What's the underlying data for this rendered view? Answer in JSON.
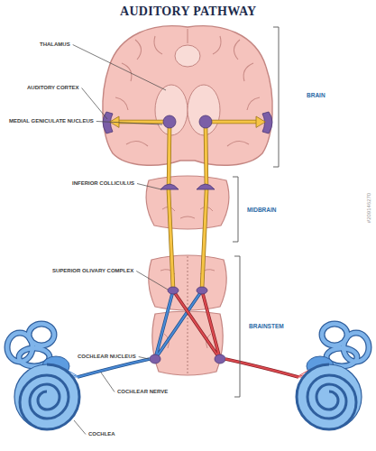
{
  "diagram": {
    "title": "AUDITORY PATHWAY",
    "labels": [
      "THALAMUS",
      "AUDITORY CORTEX",
      "MEDIAL GENICULATE NUCLEUS",
      "INFERIOR COLLICULUS",
      "SUPERIOR OLIVARY COMPLEX",
      "COCHLEAR NUCLEUS",
      "COCHLEAR NERVE",
      "COCHLEA",
      "BRAIN",
      "MIDBRAIN",
      "BRAINSTEM",
      "#209146270"
    ]
  }
}
